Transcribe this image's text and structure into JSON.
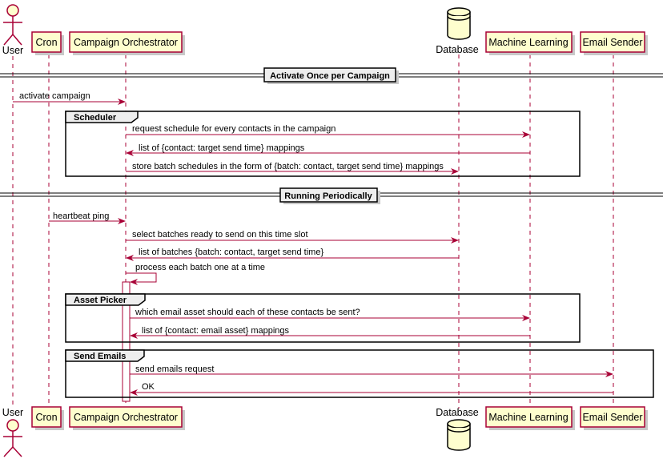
{
  "participants": {
    "user": "User",
    "cron": "Cron",
    "orchestrator": "Campaign Orchestrator",
    "database": "Database",
    "ml": "Machine Learning",
    "email": "Email Sender"
  },
  "separators": {
    "activate_once": "Activate Once per Campaign",
    "running_periodically": "Running Periodically"
  },
  "groups": {
    "scheduler": "Scheduler",
    "asset_picker": "Asset Picker",
    "send_emails": "Send Emails"
  },
  "messages": {
    "activate_campaign": "activate campaign",
    "request_schedule": "request schedule for every contacts in the campaign",
    "list_contact_time": "list of {contact: target send time} mappings",
    "store_batch": "store batch schedules in the form of {batch: contact, target send time} mappings",
    "heartbeat": "heartbeat ping",
    "select_batches": "select batches ready to send on this time slot",
    "list_batches": "list of batches {batch: contact, target send time}",
    "process_each": "process each batch one at a time",
    "which_asset": "which email asset should each of these contacts be sent?",
    "list_contact_asset": "list of {contact: email asset} mappings",
    "send_request": "send emails request",
    "ok": "OK"
  }
}
